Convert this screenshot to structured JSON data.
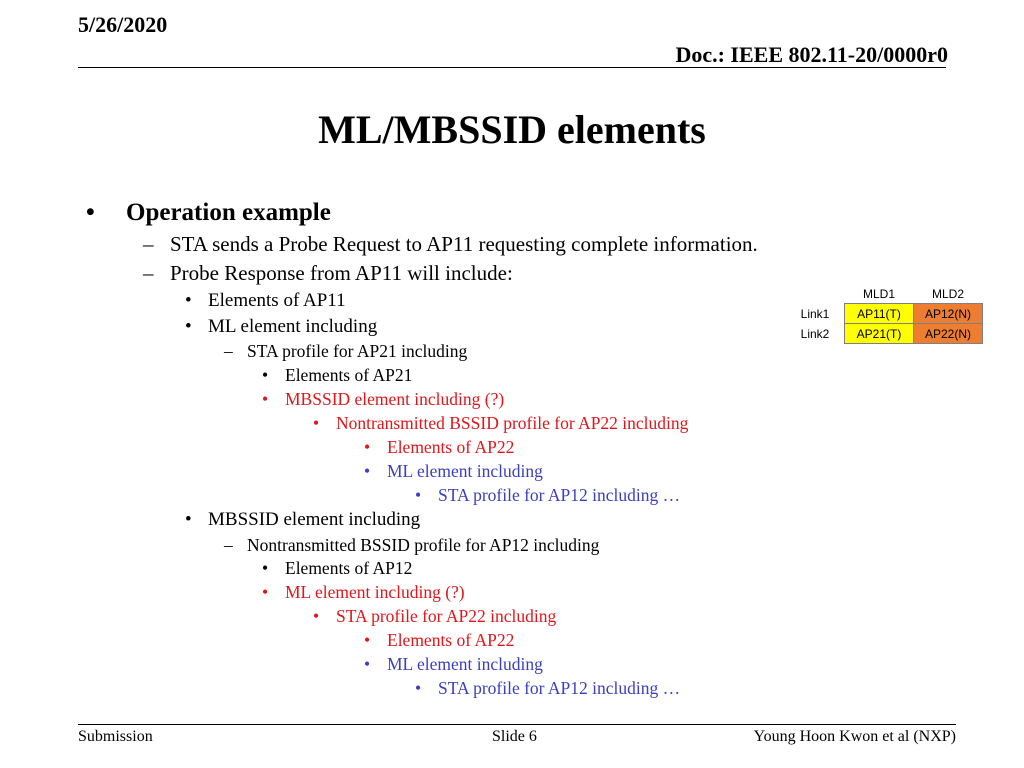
{
  "header": {
    "date": "5/26/2020",
    "doc": "Doc.: IEEE 802.11-20/0000r0"
  },
  "slide": {
    "title": "ML/MBSSID elements"
  },
  "bullets": [
    {
      "marker": "•",
      "text": "Operation example",
      "color": "black"
    },
    {
      "marker": "–",
      "text": "STA sends a Probe Request to AP11 requesting complete information.",
      "color": "black"
    },
    {
      "marker": "–",
      "text": "Probe Response from AP11 will include:",
      "color": "black"
    },
    {
      "marker": "•",
      "text": "Elements of AP11",
      "color": "black"
    },
    {
      "marker": "•",
      "text": "ML element including",
      "color": "black"
    },
    {
      "marker": "–",
      "text": "STA profile for AP21 including",
      "color": "black"
    },
    {
      "marker": "•",
      "text": "Elements of AP21",
      "color": "black"
    },
    {
      "marker": "•",
      "text": "MBSSID element including (?)",
      "color": "red"
    },
    {
      "marker": "•",
      "text": "Nontransmitted BSSID profile for AP22 including",
      "color": "red"
    },
    {
      "marker": "•",
      "text": "Elements of AP22",
      "color": "red"
    },
    {
      "marker": "•",
      "text": "ML element including",
      "color": "blue"
    },
    {
      "marker": "•",
      "text": "STA profile for AP12 including …",
      "color": "blue"
    },
    {
      "marker": "•",
      "text": "MBSSID element including",
      "color": "black"
    },
    {
      "marker": "–",
      "text": "Nontransmitted BSSID profile for AP12 including",
      "color": "black"
    },
    {
      "marker": "•",
      "text": "Elements of AP12",
      "color": "black"
    },
    {
      "marker": "•",
      "text": "ML element including (?)",
      "color": "red"
    },
    {
      "marker": "•",
      "text": "STA profile for AP22 including",
      "color": "red"
    },
    {
      "marker": "•",
      "text": "Elements of AP22",
      "color": "red"
    },
    {
      "marker": "•",
      "text": "ML element including",
      "color": "blue"
    },
    {
      "marker": "•",
      "text": "STA profile for AP12 including …",
      "color": "blue"
    }
  ],
  "link_table": {
    "columns": [
      "MLD1",
      "MLD2"
    ],
    "rows": [
      {
        "label": "Link1",
        "cells": [
          "AP11(T)",
          "AP12(N)"
        ]
      },
      {
        "label": "Link2",
        "cells": [
          "AP21(T)",
          "AP22(N)"
        ]
      }
    ],
    "colors": {
      "yellow": "#ffff00",
      "orange": "#ed7d31"
    }
  },
  "footer": {
    "left": "Submission",
    "middle": "Slide 6",
    "right": "Young Hoon Kwon et al (NXP)"
  },
  "colors": {
    "red": "#e0161b",
    "blue": "#3b3fbf"
  }
}
